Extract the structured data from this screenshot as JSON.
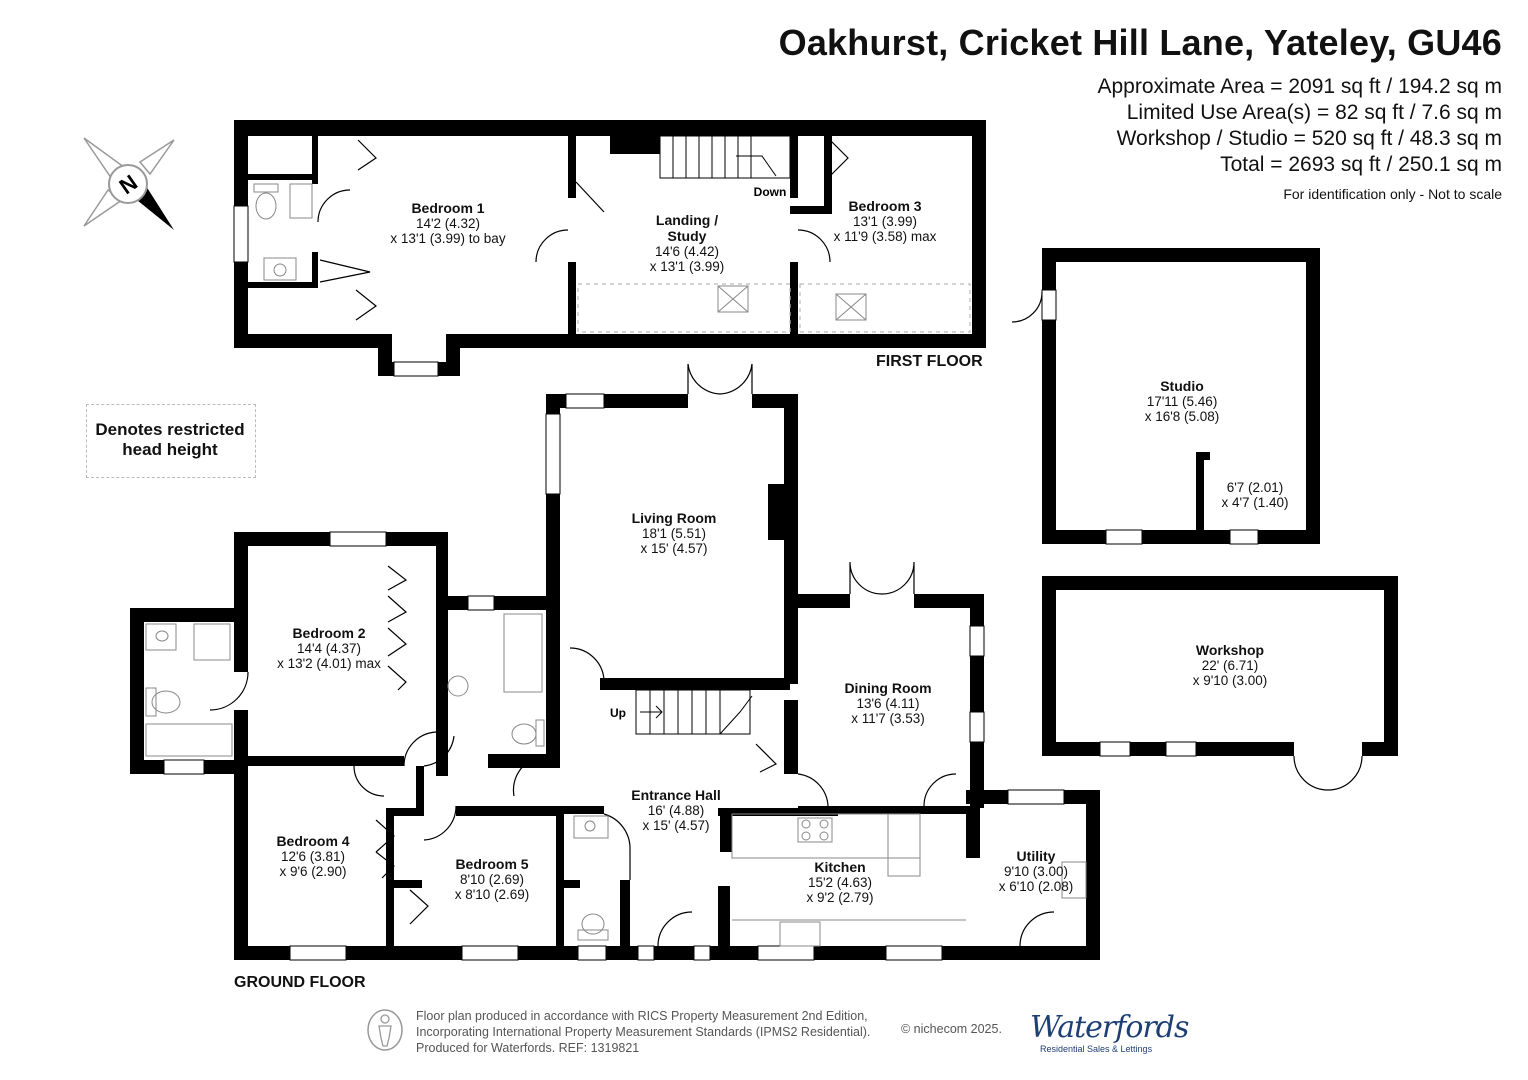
{
  "header": {
    "address": "Oakhurst, Cricket Hill Lane, Yateley, GU46",
    "areas": [
      "Approximate Area = 2091 sq ft / 194.2 sq m",
      "Limited Use Area(s) = 82 sq ft / 7.6 sq m",
      "Workshop / Studio = 520 sq ft / 48.3 sq m",
      "Total = 2693 sq ft / 250.1 sq m"
    ],
    "note": "For identification only - Not to scale"
  },
  "compass": {
    "letter": "N"
  },
  "legend": {
    "line1": "Denotes restricted",
    "line2": "head height"
  },
  "floors": {
    "first": "FIRST FLOOR",
    "ground": "GROUND FLOOR"
  },
  "rooms": {
    "bedroom1": {
      "name": "Bedroom 1",
      "dim1": "14'2 (4.32)",
      "dim2": "x 13'1 (3.99) to bay"
    },
    "landing": {
      "name": "Landing /",
      "name2": "Study",
      "dim1": "14'6 (4.42)",
      "dim2": "x 13'1 (3.99)"
    },
    "bedroom3": {
      "name": "Bedroom 3",
      "dim1": "13'1 (3.99)",
      "dim2": "x 11'9 (3.58) max"
    },
    "studio": {
      "name": "Studio",
      "dim1": "17'11 (5.46)",
      "dim2": "x 16'8 (5.08)"
    },
    "studio_store": {
      "dim1": "6'7 (2.01)",
      "dim2": "x 4'7 (1.40)"
    },
    "workshop": {
      "name": "Workshop",
      "dim1": "22' (6.71)",
      "dim2": "x 9'10 (3.00)"
    },
    "living": {
      "name": "Living Room",
      "dim1": "18'1 (5.51)",
      "dim2": "x 15' (4.57)"
    },
    "bedroom2": {
      "name": "Bedroom 2",
      "dim1": "14'4 (4.37)",
      "dim2": "x 13'2 (4.01) max"
    },
    "dining": {
      "name": "Dining Room",
      "dim1": "13'6 (4.11)",
      "dim2": "x 11'7 (3.53)"
    },
    "entrance": {
      "name": "Entrance Hall",
      "dim1": "16' (4.88)",
      "dim2": "x 15' (4.57)"
    },
    "bedroom4": {
      "name": "Bedroom 4",
      "dim1": "12'6 (3.81)",
      "dim2": "x 9'6 (2.90)"
    },
    "bedroom5": {
      "name": "Bedroom 5",
      "dim1": "8'10 (2.69)",
      "dim2": "x 8'10 (2.69)"
    },
    "kitchen": {
      "name": "Kitchen",
      "dim1": "15'2 (4.63)",
      "dim2": "x 9'2 (2.79)"
    },
    "utility": {
      "name": "Utility",
      "dim1": "9'10 (3.00)",
      "dim2": "x 6'10 (2.08)"
    }
  },
  "stairs": {
    "down": "Down",
    "up": "Up"
  },
  "footer": {
    "line1": "Floor plan produced in accordance with RICS Property Measurement 2nd Edition,",
    "line2": "Incorporating International Property Measurement Standards (IPMS2 Residential).",
    "line3": "Produced for Waterfords.   REF:  1319821",
    "copyright": "© nichecom 2025.",
    "brand": "Waterfords",
    "tagline": "Residential Sales & Lettings"
  },
  "colors": {
    "wall": "#000000",
    "brand": "#1e3f73",
    "fixture": "#888888"
  }
}
